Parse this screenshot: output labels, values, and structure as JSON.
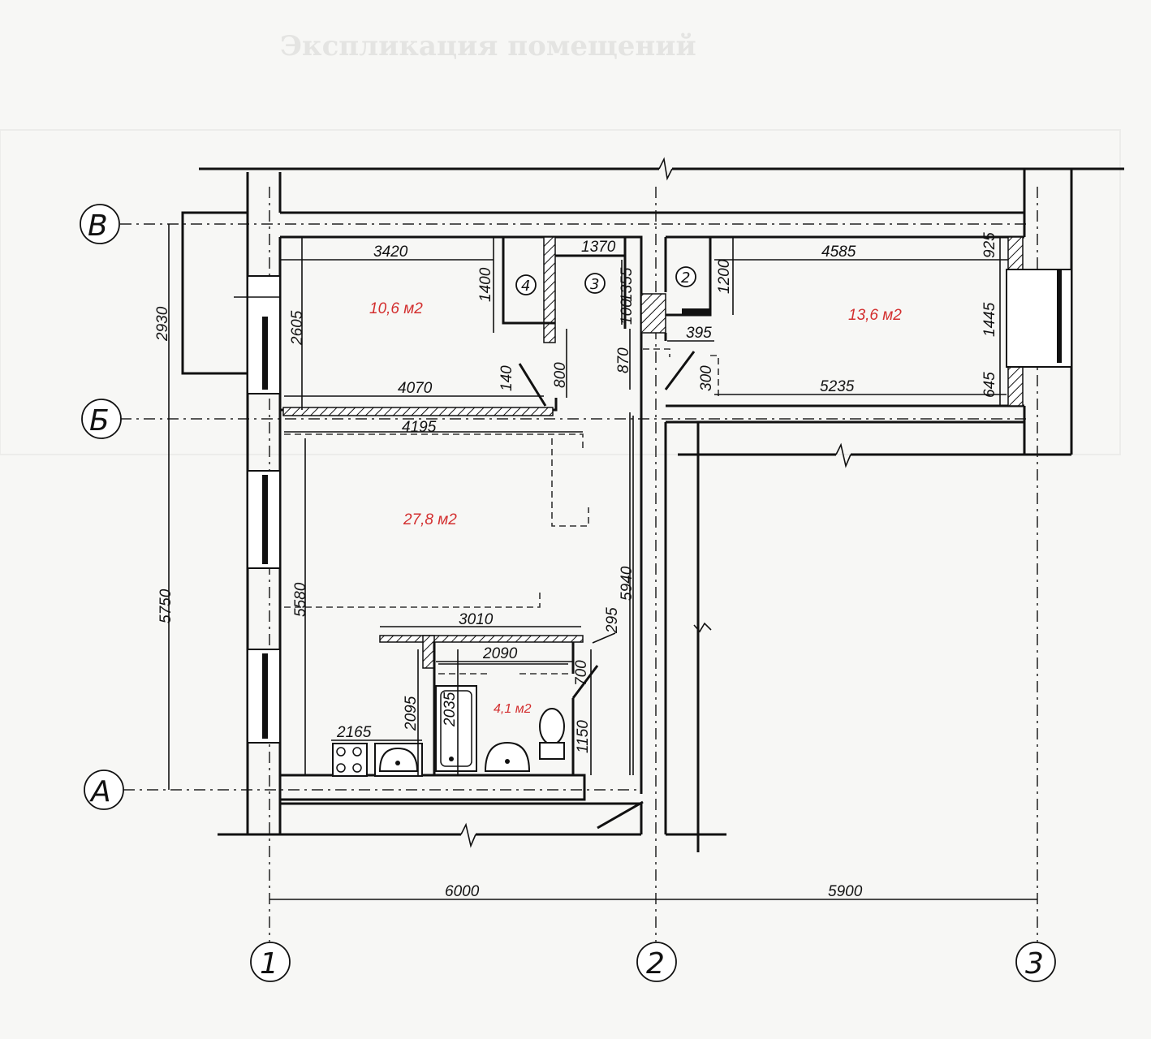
{
  "header_faint": "Экспликация помещений",
  "axes": {
    "letters": [
      "В",
      "Б",
      "А"
    ],
    "numbers": [
      "1",
      "2",
      "3"
    ]
  },
  "rooms": [
    {
      "id": "bedroom",
      "area": "10,6 м2"
    },
    {
      "id": "living",
      "area": "27,8 м2"
    },
    {
      "id": "bedroom2",
      "area": "13,6 м2"
    },
    {
      "id": "bathroom",
      "area": "4,1 м2"
    }
  ],
  "closets": [
    "4",
    "3",
    "2"
  ],
  "dimensions": {
    "d3420": "3420",
    "d1370": "1370",
    "d4585": "4585",
    "d925": "925",
    "d1400": "1400",
    "d1355": "1355",
    "d1200": "1200",
    "d100": "100",
    "d395": "395",
    "d1445": "1445",
    "d2605": "2605",
    "d2930": "2930",
    "d140": "140",
    "d800": "800",
    "d870": "870",
    "d300": "300",
    "d4070": "4070",
    "d5235": "5235",
    "d645": "645",
    "d4195": "4195",
    "d5580": "5580",
    "d5750": "5750",
    "d5940": "5940",
    "d3010": "3010",
    "d295": "295",
    "d2090": "2090",
    "d700": "700",
    "d2095": "2095",
    "d2035": "2035",
    "d1150": "1150",
    "d2165": "2165",
    "d6000": "6000",
    "d5900": "5900"
  }
}
